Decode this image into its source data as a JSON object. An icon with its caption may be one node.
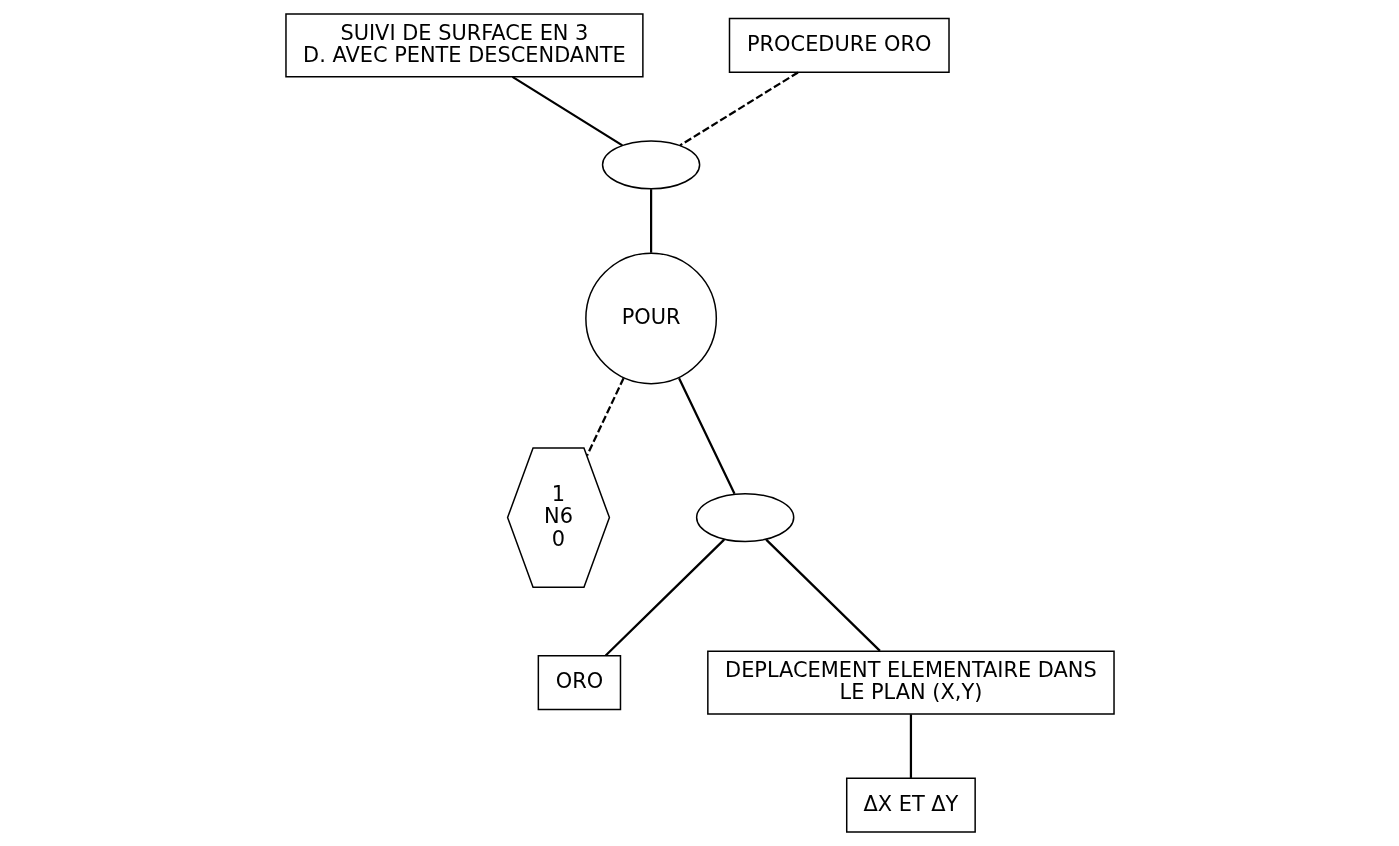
{
  "diagram": {
    "nodes": [
      {
        "text": [
          "SUIVI DE SURFACE EN 3 D. AVEC PENTE DESCENDANTE"
        ]
      },
      {
        "text": [
          "PROCEDURE ORO"
        ]
      },
      {
        "text": [],
        "shape": "ellipse"
      },
      {
        "text": [
          "POUR"
        ]
      },
      {
        "text": [
          "1",
          "N6",
          "0"
        ]
      },
      {
        "text": [],
        "shape": "ellipse"
      },
      {
        "text": [
          "ORO"
        ]
      },
      {
        "text": [
          "DEPLACEMENT ELEMENTAIRE DANS LE PLAN (X,Y)"
        ]
      },
      {
        "text": [
          "ΔX ET ΔY"
        ]
      }
    ],
    "edges": [
      {
        "from": 0,
        "to": 2,
        "arrow": "none"
      },
      {
        "from": 1,
        "to": 2,
        "arrow": "none",
        "style": "dashed"
      },
      {
        "from": 2,
        "to": 3,
        "arrow": "none"
      },
      {
        "from": 3,
        "to": 4,
        "arrow": "none",
        "style": "dashed"
      },
      {
        "from": 3,
        "to": 5,
        "arrow": "none"
      },
      {
        "from": 5,
        "to": 6,
        "arrow": "none"
      },
      {
        "from": 5,
        "to": 7,
        "arrow": "none"
      },
      {
        "from": 7,
        "to": 8,
        "arrow": "none"
      }
    ]
  }
}
